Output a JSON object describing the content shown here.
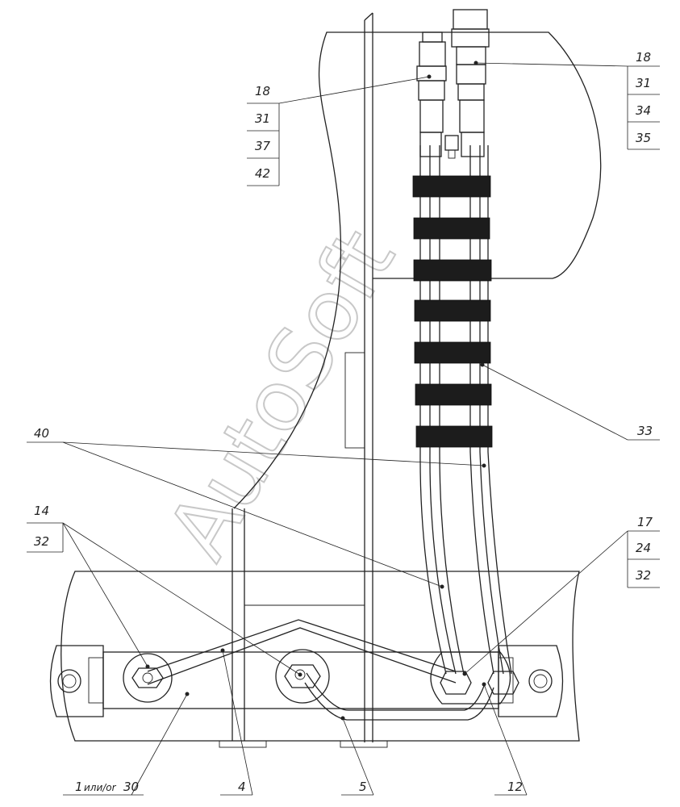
{
  "watermark": "AutoSoft",
  "callouts": {
    "top_right": [
      "18",
      "31",
      "34",
      "35"
    ],
    "top_left": [
      "18",
      "31",
      "37",
      "42"
    ],
    "hose_right": "33",
    "hoses": "40",
    "left_mid": [
      "14",
      "32"
    ],
    "right_mid": [
      "17",
      "24",
      "32"
    ],
    "bottom_1": {
      "num": "1",
      "word": "или/or",
      "alt": "30"
    },
    "bottom_4": "4",
    "bottom_5": "5",
    "bottom_12": "12"
  },
  "colors": {
    "line": "#222222",
    "band": "#1c1c1c",
    "watermark": "#c8c8c8"
  }
}
